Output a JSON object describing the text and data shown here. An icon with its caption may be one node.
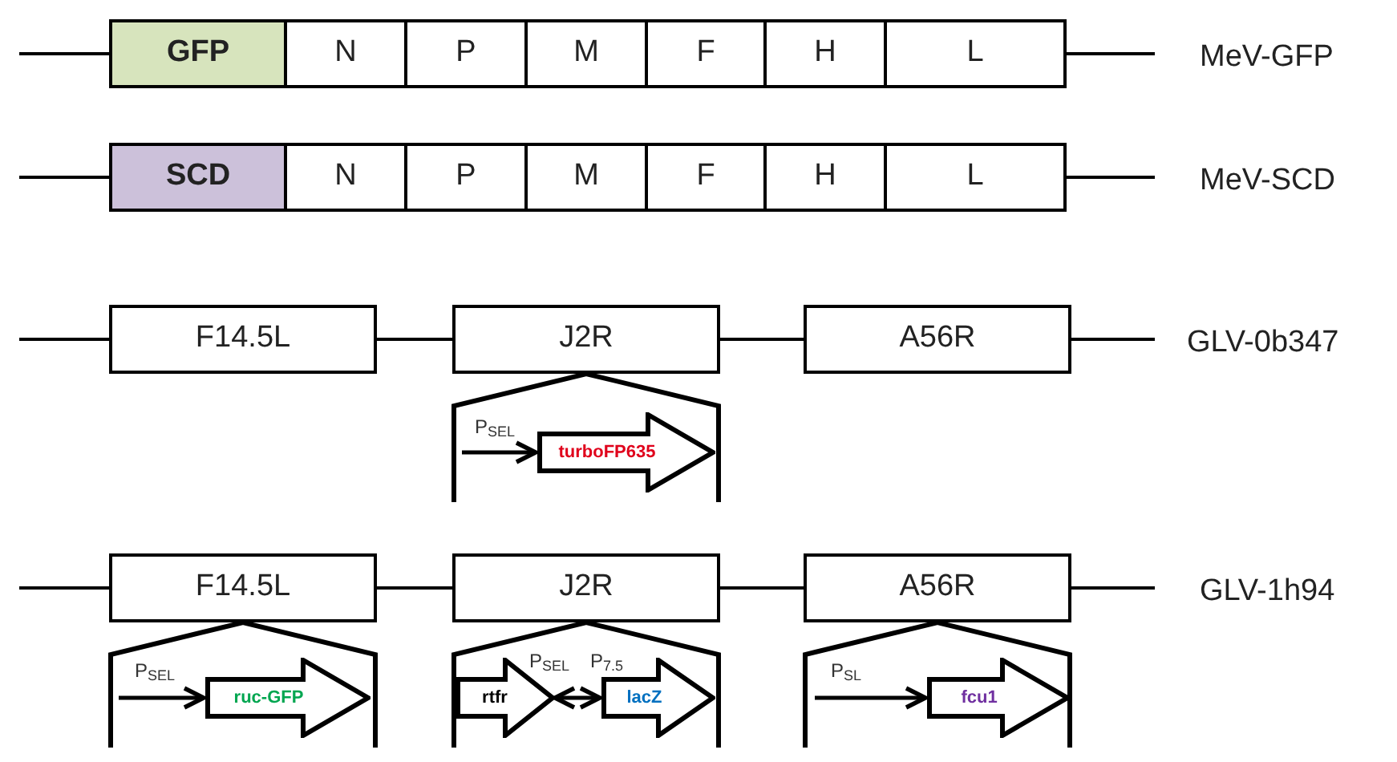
{
  "diagram": {
    "nodes": [
      {
        "text": [
          "GFP"
        ]
      },
      {
        "text": [
          "N"
        ]
      },
      {
        "text": [
          "P"
        ]
      },
      {
        "text": [
          "M"
        ]
      },
      {
        "text": [
          "F"
        ]
      },
      {
        "text": [
          "H"
        ]
      },
      {
        "text": [
          "L"
        ]
      },
      {
        "text": [
          "SCD"
        ]
      },
      {
        "text": [
          "N"
        ]
      },
      {
        "text": [
          "P"
        ]
      },
      {
        "text": [
          "M"
        ]
      },
      {
        "text": [
          "F"
        ]
      },
      {
        "text": [
          "H"
        ]
      },
      {
        "text": [
          "L"
        ]
      },
      {
        "text": [
          "F14.5L"
        ]
      },
      {
        "text": [
          "J2R"
        ]
      },
      {
        "text": [
          "A56R"
        ]
      },
      {
        "text": [
          "turboFP635"
        ]
      },
      {
        "text": [
          "F14.5L"
        ]
      },
      {
        "text": [
          "J2R"
        ]
      },
      {
        "text": [
          "A56R"
        ]
      },
      {
        "text": [
          "ruc-GFP"
        ]
      },
      {
        "text": [
          "rtfr"
        ]
      },
      {
        "text": [
          "lacZ"
        ]
      },
      {
        "text": [
          "fcu1"
        ]
      }
    ],
    "edges": [
      {
        "from": null,
        "to": 17,
        "arrow": "to"
      },
      {
        "from": null,
        "to": 21,
        "arrow": "to"
      },
      {
        "from": 22,
        "to": 23,
        "arrow": "both"
      },
      {
        "from": null,
        "to": 24,
        "arrow": "to"
      }
    ],
    "labels": [
      "MeV-GFP",
      "MeV-SCD",
      "GLV-0b347",
      "P$_{SEL}$",
      "GLV-1h94",
      "P$_{SEL}$",
      "P$_{SEL}$",
      "P$_{7.5}$",
      "P$_{SL}$"
    ]
  }
}
